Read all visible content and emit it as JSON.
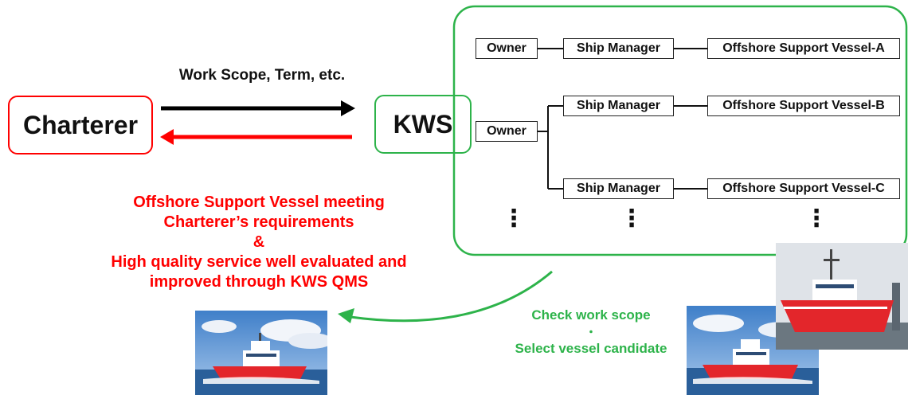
{
  "left": {
    "charterer_label": "Charterer",
    "kws_label": "KWS",
    "request_label": "Work Scope, Term, etc.",
    "response_lines": [
      "Offshore Support Vessel meeting",
      "Charterer’s requirements",
      "&",
      "High quality service well evaluated and",
      "improved through KWS QMS"
    ]
  },
  "network": {
    "row_a": {
      "owner": "Owner",
      "manager": "Ship Manager",
      "vessel": "Offshore Support Vessel-A"
    },
    "row_bc_owner": "Owner",
    "row_b": {
      "manager": "Ship Manager",
      "vessel": "Offshore Support Vessel-B"
    },
    "row_c": {
      "manager": "Ship Manager",
      "vessel": "Offshore Support Vessel-C"
    },
    "ellipsis": "⋮"
  },
  "bottom": {
    "check_line": "Check work scope",
    "dot_line": "・",
    "select_line": "Select vessel candidate"
  },
  "colors": {
    "red": "#ff0000",
    "green": "#2db34a",
    "black": "#000000",
    "vessel_hull": "#e3262b"
  }
}
